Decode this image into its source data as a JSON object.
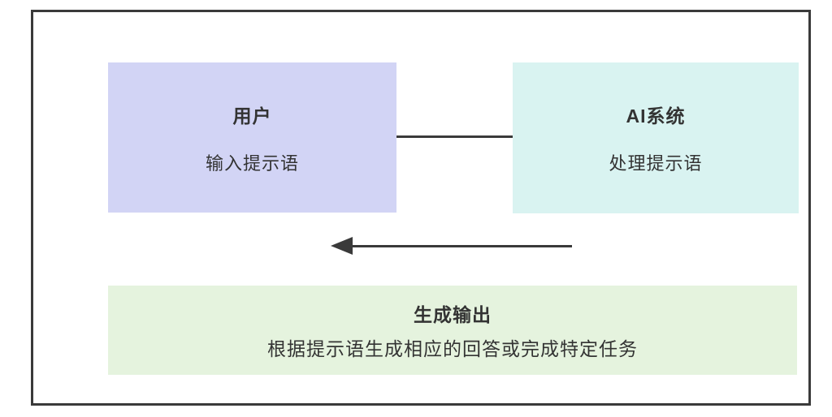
{
  "diagram": {
    "nodes": {
      "user": {
        "title": "用户",
        "subtitle": "输入提示语"
      },
      "ai": {
        "title": "AI系统",
        "subtitle": "处理提示语"
      },
      "output": {
        "title": "生成输出",
        "subtitle": "根据提示语生成相应的回答或完成特定任务"
      }
    },
    "connections": {
      "user_to_ai": "plain-line",
      "ai_to_output_return": "left-arrow"
    },
    "colors": {
      "border_color": "#3a3a3a",
      "line_color": "#3a3a3a",
      "text_color": "#333333",
      "user_fill": "#d2d4f5",
      "ai_fill": "#d9f3f1",
      "output_fill": "#e5f3de"
    }
  }
}
